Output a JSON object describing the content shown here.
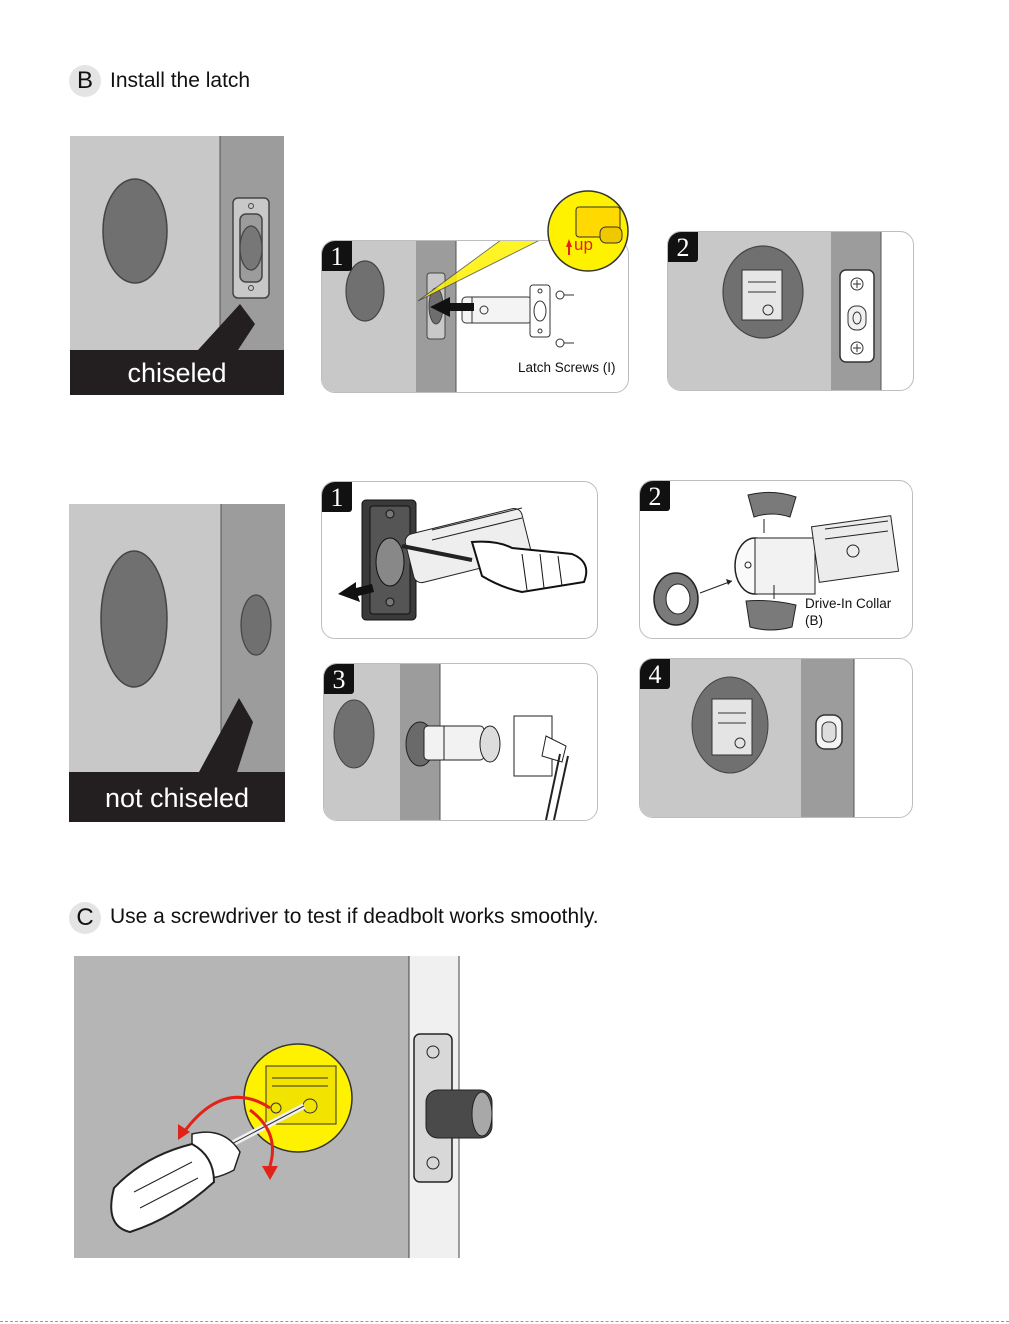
{
  "section_b": {
    "letter": "B",
    "title": "Install the latch",
    "chiseled_label": "chiseled",
    "not_chiseled_label": "not chiseled",
    "chiseled_steps": {
      "step1": {
        "number": "1",
        "callout": "up",
        "label": "Latch Screws (I)"
      },
      "step2": {
        "number": "2"
      }
    },
    "not_chiseled_steps": {
      "step1": {
        "number": "1"
      },
      "step2": {
        "number": "2",
        "label_line1": "Drive-In Collar",
        "label_line2": "(B)"
      },
      "step3": {
        "number": "3"
      },
      "step4": {
        "number": "4"
      }
    }
  },
  "section_c": {
    "letter": "C",
    "title": "Use a screwdriver to test if deadbolt works smoothly."
  },
  "colors": {
    "door_gray": "#c8c8c8",
    "edge_gray": "#9c9c9c",
    "hole_gray": "#707070",
    "callout_yellow": "#fff200",
    "arrow_red": "#e2231a"
  }
}
